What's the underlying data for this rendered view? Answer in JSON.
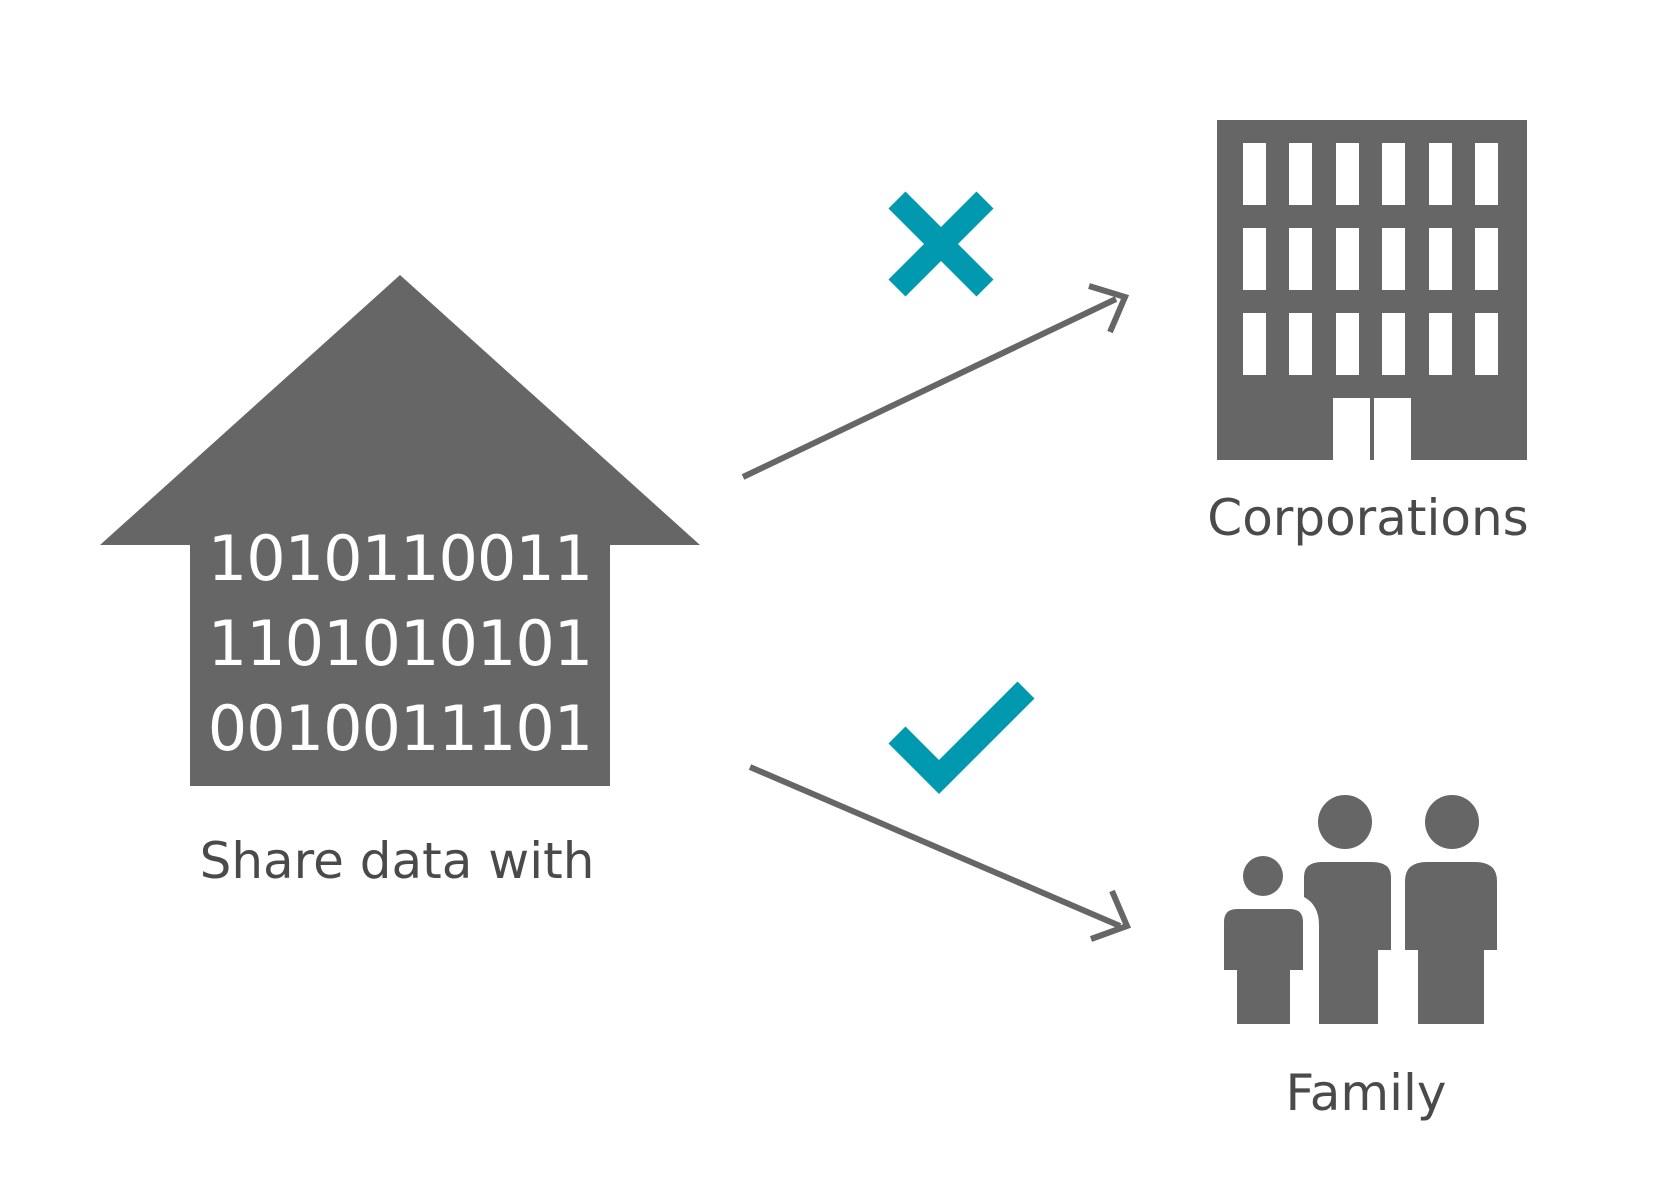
{
  "house": {
    "binary_lines": [
      "1010110011",
      "1101010101",
      "0010011101"
    ],
    "label": "Share data with"
  },
  "corporations": {
    "label": "Corporations",
    "status_icon": "cross-icon",
    "allowed": false
  },
  "family": {
    "label": "Family",
    "status_icon": "check-icon",
    "allowed": true
  },
  "colors": {
    "icon_gray": "#666666",
    "text_gray": "#4a4a4a",
    "accent_teal": "#0099b0",
    "background": "#ffffff"
  }
}
